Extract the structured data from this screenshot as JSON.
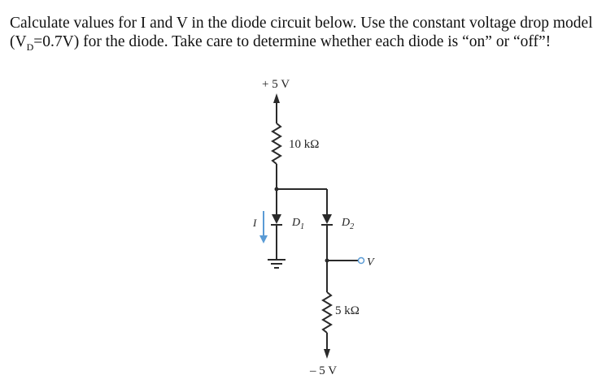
{
  "problem": {
    "part1": "Calculate values for I and V in the diode circuit below. Use the constant voltage drop model (V",
    "sub": "D",
    "part2": "=0.7V) for the diode. Take care to determine whether each diode is “on” or “off”!"
  },
  "circuit": {
    "supply_top": "+ 5 V",
    "resistor_top": "10 kΩ",
    "diode1_letter": "D",
    "diode1_sub": "1",
    "diode2_letter": "D",
    "diode2_sub": "2",
    "current_label": "I",
    "output_label": "V",
    "resistor_bottom": "5 kΩ",
    "supply_bottom": "– 5 V",
    "accent_color": "#5a9bd5"
  }
}
